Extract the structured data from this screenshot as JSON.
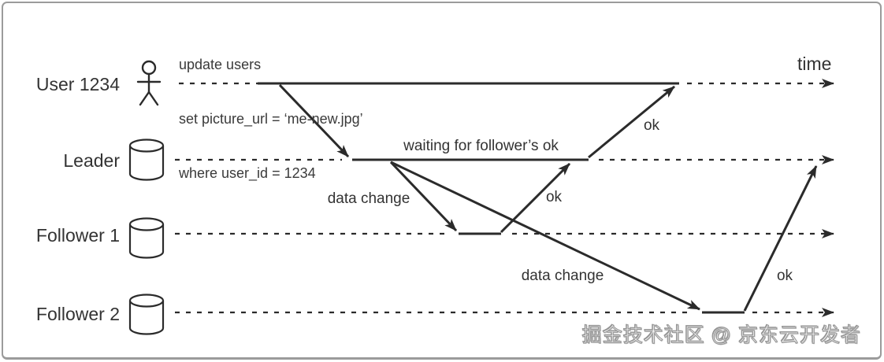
{
  "query": {
    "lines": [
      "update users",
      "set picture_url = ‘me-new.jpg’",
      "where user_id = 1234"
    ]
  },
  "time_label": "time",
  "lanes": [
    {
      "id": "user",
      "label": "User 1234",
      "icon": "person-icon"
    },
    {
      "id": "leader",
      "label": "Leader",
      "icon": "database-icon"
    },
    {
      "id": "follower1",
      "label": "Follower 1",
      "icon": "database-icon"
    },
    {
      "id": "follower2",
      "label": "Follower 2",
      "icon": "database-icon"
    }
  ],
  "annotations": {
    "waiting": "waiting for follower’s ok",
    "data_change_leader_to_follower1": "data change",
    "data_change_leader_to_follower2": "data change",
    "ok_leader_to_user": "ok",
    "ok_follower1_to_leader": "ok",
    "ok_follower2_to_leader": "ok"
  },
  "watermark": "掘金技术社区 @ 京东云开发者",
  "colors": {
    "ink": "#2b2b2b",
    "text": "#333333",
    "frame_border": "#9b9b9b",
    "background": "#ffffff",
    "watermark_fill": "#ffffff",
    "watermark_outline": "#9a9a9a"
  }
}
